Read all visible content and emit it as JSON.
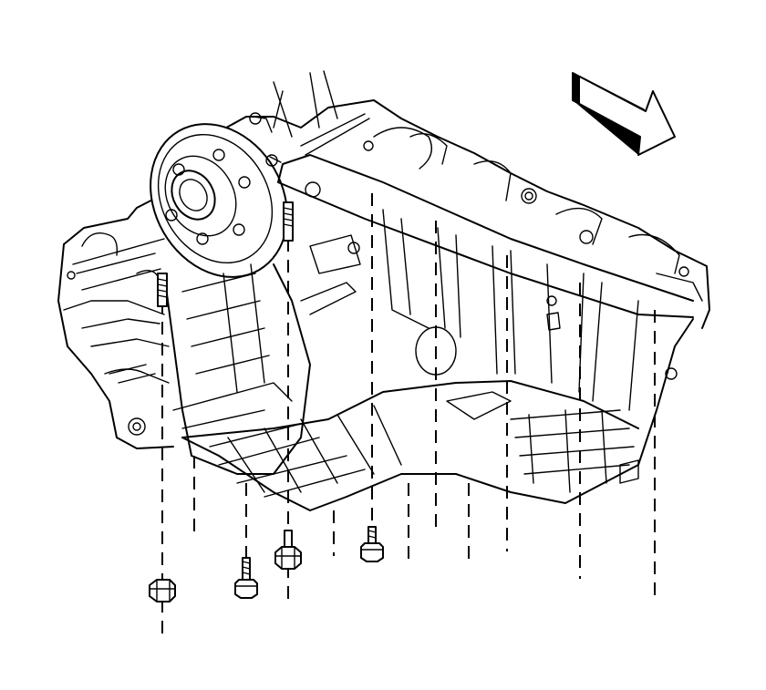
{
  "diagram": {
    "subject": "engine-oil-pan-exploded-view",
    "direction_arrow": {
      "icon": "front-direction-arrow-icon"
    },
    "fasteners": [
      {
        "kind": "nut",
        "icon": "nut-icon"
      },
      {
        "kind": "bolt",
        "icon": "bolt-icon"
      },
      {
        "kind": "nut",
        "icon": "nut-icon"
      },
      {
        "kind": "bolt",
        "icon": "bolt-icon"
      }
    ],
    "colors": {
      "line": "#000000",
      "background": "#ffffff"
    }
  }
}
